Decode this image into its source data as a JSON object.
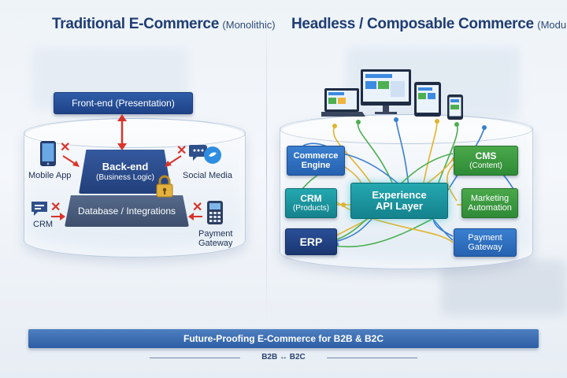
{
  "left": {
    "title": "Traditional E-Commerce",
    "subtitle": "(Monolithic)",
    "frontend": "Front-end (Presentation)",
    "backend_l1": "Back-end",
    "backend_l2": "(Business Logic)",
    "database": "Database / Integrations",
    "channels": {
      "mobile": "Mobile App",
      "social": "Social Media",
      "crm": "CRM",
      "payment_l1": "Payment",
      "payment_l2": "Gateway"
    }
  },
  "right": {
    "title": "Headless / Composable Commerce",
    "subtitle": "(Modular)",
    "commerce_l1": "Commerce",
    "commerce_l2": "Engine",
    "cms_l1": "CMS",
    "cms_l2": "(Content)",
    "crm_l1": "CRM",
    "crm_l2": "(Products)",
    "api_l1": "Experience",
    "api_l2": "API Layer",
    "marketing_l1": "Marketing",
    "marketing_l2": "Automation",
    "erp": "ERP",
    "payment_l1": "Payment",
    "payment_l2": "Gateway"
  },
  "footer": {
    "banner": "Future-Proofing E-Commerce for B2B & B2C",
    "sub": "B2B ↔ B2C"
  },
  "colors": {
    "title": "#1f3d73",
    "x_mark": "#d9342b",
    "blue": "#2f72c4",
    "green": "#3f9b42",
    "teal": "#1c97a0",
    "line_yellow": "#e0b52e",
    "line_green": "#4caf50",
    "line_blue": "#3a7fd0"
  }
}
